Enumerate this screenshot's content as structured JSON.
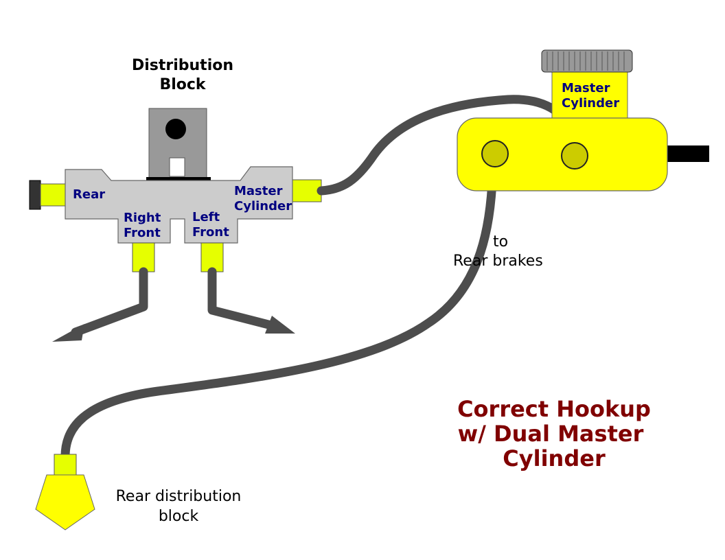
{
  "distribution_block": {
    "title_line1": "Distribution",
    "title_line2": "Block",
    "port_rear": "Rear",
    "port_master_line1": "Master",
    "port_master_line2": "Cylinder",
    "port_right_front_line1": "Right",
    "port_right_front_line2": "Front",
    "port_left_front_line1": "Left",
    "port_left_front_line2": "Front"
  },
  "master_cylinder": {
    "label_line1": "Master",
    "label_line2": "Cylinder"
  },
  "annotations": {
    "to_rear_line1": "to",
    "to_rear_line2": "Rear brakes",
    "rear_block_line1": "Rear distribution",
    "rear_block_line2": "block"
  },
  "caption": {
    "line1": "Correct Hookup",
    "line2": "w/ Dual Master",
    "line3": "Cylinder"
  },
  "colors": {
    "fitting_yellow": "#ffff00",
    "fitting_lime": "#e6ff00",
    "port_olive": "#cccc00",
    "block_gray": "#cccccc",
    "bracket_gray": "#999999",
    "line_gray": "#4d4d4d",
    "label_navy": "#000080",
    "caption_red": "#800000"
  }
}
